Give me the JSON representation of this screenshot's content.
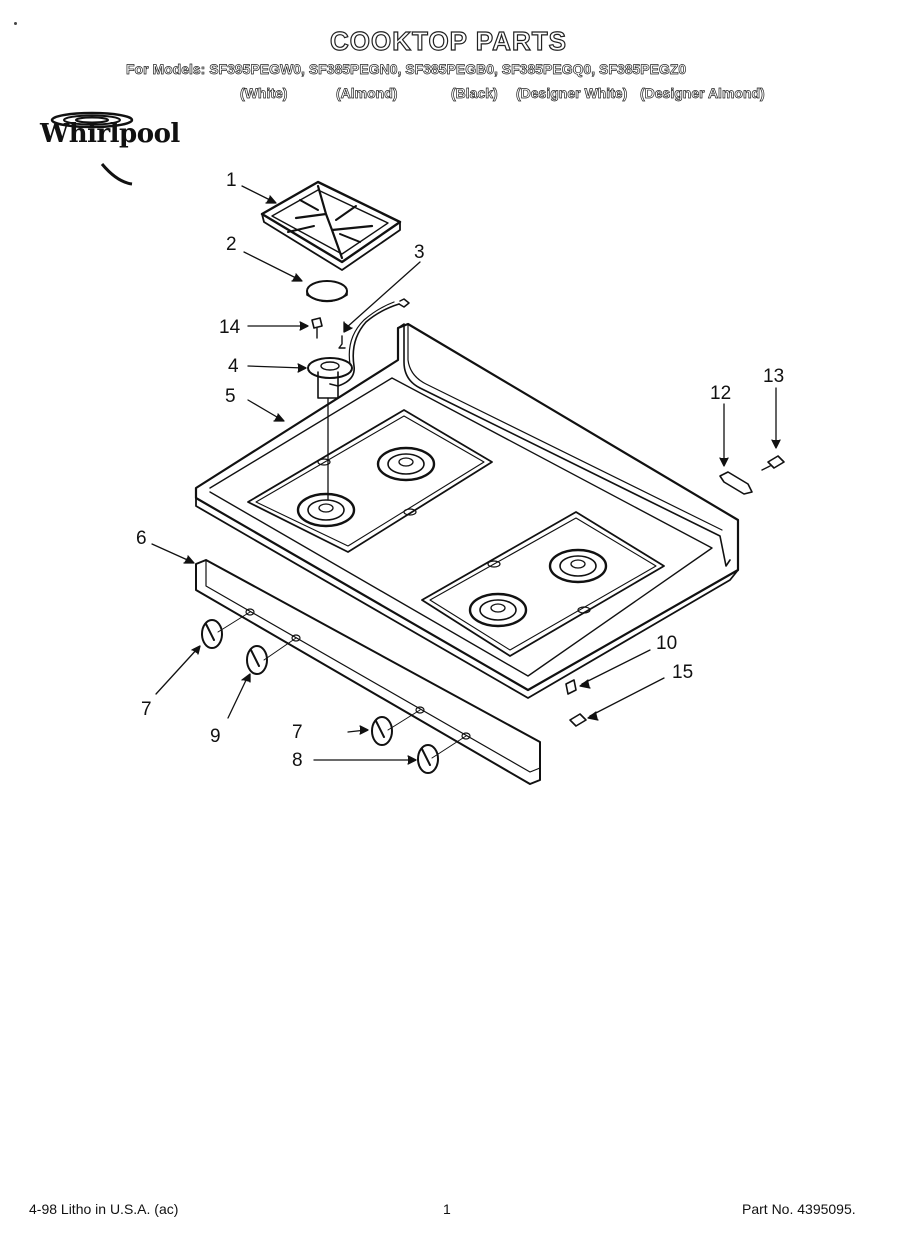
{
  "header": {
    "title": "COOKTOP PARTS",
    "models_line": "For Models: SF395PEGW0, SF385PEGN0, SF385PEGB0, SF385PEGQ0, SF385PEGZ0",
    "colors": [
      "(White)",
      "(Almond)",
      "(Black)",
      "(Designer White)",
      "(Designer Almond)"
    ]
  },
  "logo": {
    "text": "Whirlpool"
  },
  "callouts": [
    "1",
    "2",
    "3",
    "14",
    "4",
    "5",
    "12",
    "13",
    "6",
    "10",
    "15",
    "7",
    "9",
    "7",
    "8"
  ],
  "footer": {
    "left": "4-98 Litho in U.S.A. (ac)",
    "page": "1",
    "part": "Part No. 4395095."
  }
}
